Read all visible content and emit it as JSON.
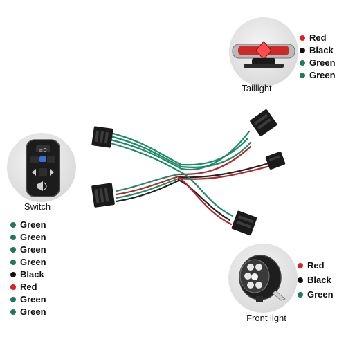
{
  "colors": {
    "red": "#e0201f",
    "black": "#111111",
    "green": "#1f7a58",
    "wire_green": "#1e8a66",
    "wire_red": "#b3282a",
    "wire_black": "#222222",
    "connector": "#1a1a1a"
  },
  "taillight": {
    "caption": "Taillight",
    "wires": [
      {
        "label": "Red",
        "color": "red"
      },
      {
        "label": "Black",
        "color": "black"
      },
      {
        "label": "Green",
        "color": "green"
      },
      {
        "label": "Green",
        "color": "green"
      }
    ]
  },
  "switch": {
    "caption": "Switch",
    "wires": [
      {
        "label": "Green",
        "color": "green"
      },
      {
        "label": "Green",
        "color": "green"
      },
      {
        "label": "Green",
        "color": "green"
      },
      {
        "label": "Green",
        "color": "green"
      },
      {
        "label": "Black",
        "color": "black"
      },
      {
        "label": "Red",
        "color": "red"
      },
      {
        "label": "Green",
        "color": "green"
      },
      {
        "label": "Green",
        "color": "green"
      }
    ]
  },
  "front_light": {
    "caption": "Front light",
    "wires": [
      {
        "label": "Red",
        "color": "red"
      },
      {
        "label": "Black",
        "color": "black"
      },
      {
        "label": "Green",
        "color": "green"
      }
    ]
  }
}
